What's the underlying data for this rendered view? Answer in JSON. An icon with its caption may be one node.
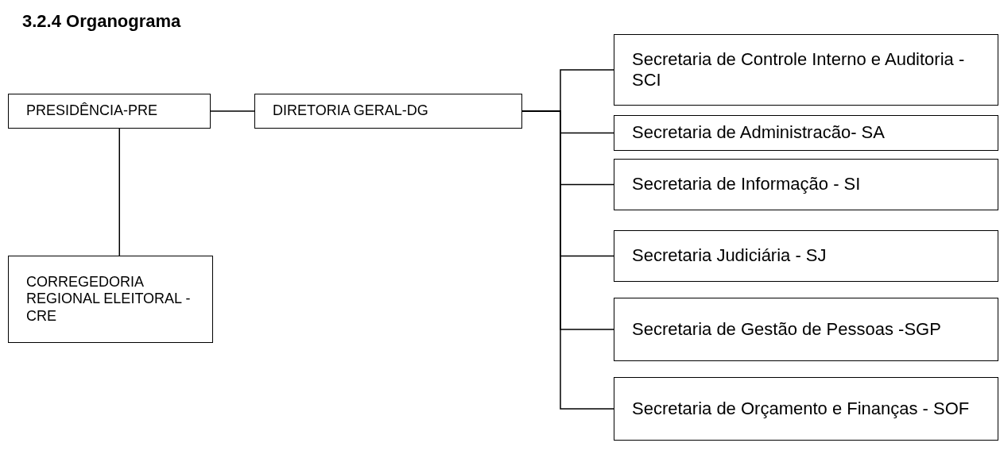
{
  "diagram": {
    "title": "3.2.4 Organograma",
    "nodes": [
      {
        "text": [
          "PRESIDÊNCIA-PRE"
        ]
      },
      {
        "text": [
          "DIRETORIA GERAL-DG"
        ]
      },
      {
        "text": [
          "CORREGEDORIA REGIONAL ELEITORAL - CRE"
        ]
      },
      {
        "text": [
          "Secretaria de Controle Interno e Auditoria - SCI"
        ]
      },
      {
        "text": [
          "Secretaria de Administracão- SA"
        ]
      },
      {
        "text": [
          "Secretaria de Informação - SI"
        ]
      },
      {
        "text": [
          "Secretaria Judiciária - SJ"
        ]
      },
      {
        "text": [
          "Secretaria de Gestão de Pessoas -SGP"
        ]
      },
      {
        "text": [
          "Secretaria de Orçamento e Finanças - SOF"
        ]
      }
    ],
    "edges": [
      {
        "from": 0,
        "to": 1,
        "arrow": "none"
      },
      {
        "from": 0,
        "to": 2,
        "arrow": "none"
      },
      {
        "from": 1,
        "to": 3,
        "arrow": "none"
      },
      {
        "from": 1,
        "to": 4,
        "arrow": "none"
      },
      {
        "from": 1,
        "to": 5,
        "arrow": "none"
      },
      {
        "from": 1,
        "to": 6,
        "arrow": "none"
      },
      {
        "from": 1,
        "to": 7,
        "arrow": "none"
      },
      {
        "from": 1,
        "to": 8,
        "arrow": "none"
      }
    ]
  }
}
